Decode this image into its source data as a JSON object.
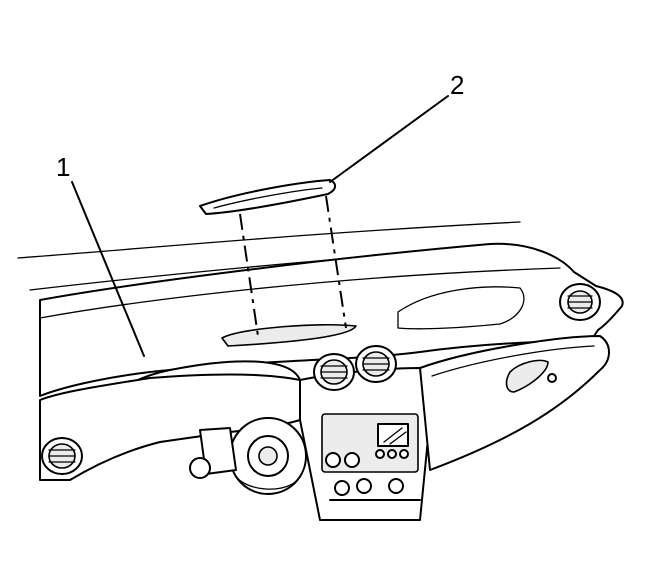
{
  "diagram": {
    "callouts": [
      {
        "number": "1",
        "part": "instrument-panel"
      },
      {
        "number": "2",
        "part": "panel-cover"
      }
    ]
  }
}
